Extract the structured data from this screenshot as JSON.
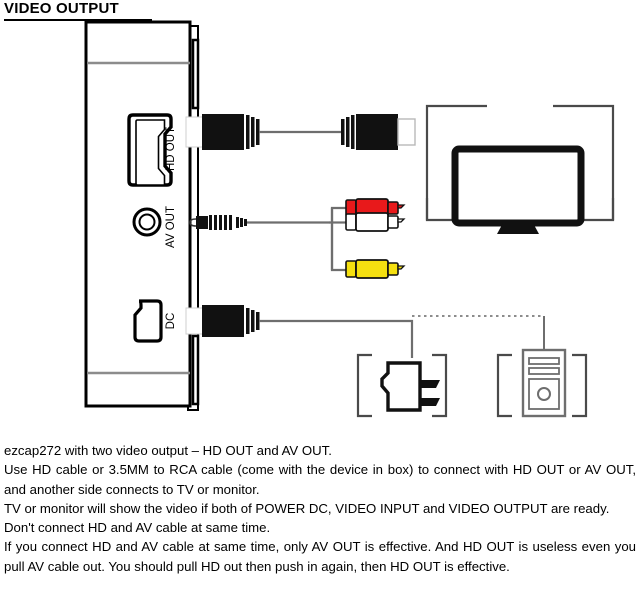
{
  "page": {
    "title": "VIDEO OUTPUT"
  },
  "diagram": {
    "device": {
      "name": "ezcap272 capture device side panel",
      "ports": [
        {
          "id": "hd-out",
          "label": "HD OUT",
          "type": "hdmi-port"
        },
        {
          "id": "av-out",
          "label": "AV OUT",
          "type": "3.5mm-jack"
        },
        {
          "id": "dc",
          "label": "DC",
          "type": "dc-power-port"
        }
      ]
    },
    "cables": [
      {
        "id": "hd-cable",
        "name": "HD cable",
        "from": "HD OUT",
        "to": "TV or monitor",
        "color": "#000000"
      },
      {
        "id": "av-cable",
        "name": "3.5MM to RCA cable",
        "from": "AV OUT",
        "to": "TV or monitor"
      },
      {
        "id": "dc-cable",
        "name": "DC power cable",
        "from": "DC",
        "to": "power plug"
      }
    ],
    "rca_plugs": [
      {
        "id": "rca-red",
        "channel": "right audio",
        "color": "#e8191b"
      },
      {
        "id": "rca-white",
        "channel": "left audio",
        "color": "#ffffff"
      },
      {
        "id": "rca-yellow",
        "channel": "composite video",
        "color": "#f5e010"
      }
    ],
    "targets": [
      {
        "id": "tv-monitor",
        "name": "tv-monitor-icon"
      },
      {
        "id": "power-plug",
        "name": "power-plug-icon"
      },
      {
        "id": "pc-tower",
        "name": "pc-tower-icon"
      }
    ],
    "colors": {
      "outline": "#000000",
      "panel_divider": "#8c8c8c",
      "cable": "#6e6e6e",
      "bracket": "#4a4a4a",
      "rca_red": "#e8191b",
      "rca_white": "#ffffff",
      "rca_yellow": "#f5e010"
    }
  },
  "body": {
    "lines": [
      "ezcap272 with two video output – HD OUT and AV OUT.",
      "Use HD cable or 3.5MM to RCA cable (come with the device in box) to connect with HD OUT or AV OUT, and another side connects to TV or monitor.",
      "TV or monitor will show the video if both of POWER DC, VIDEO INPUT and VIDEO OUTPUT are ready.",
      "Don't connect HD and AV cable at same time.",
      "If you connect HD and AV cable at same time, only AV OUT is effective. And HD OUT is useless even you pull AV cable out. You should pull HD out then push in again, then HD OUT is effective."
    ]
  }
}
